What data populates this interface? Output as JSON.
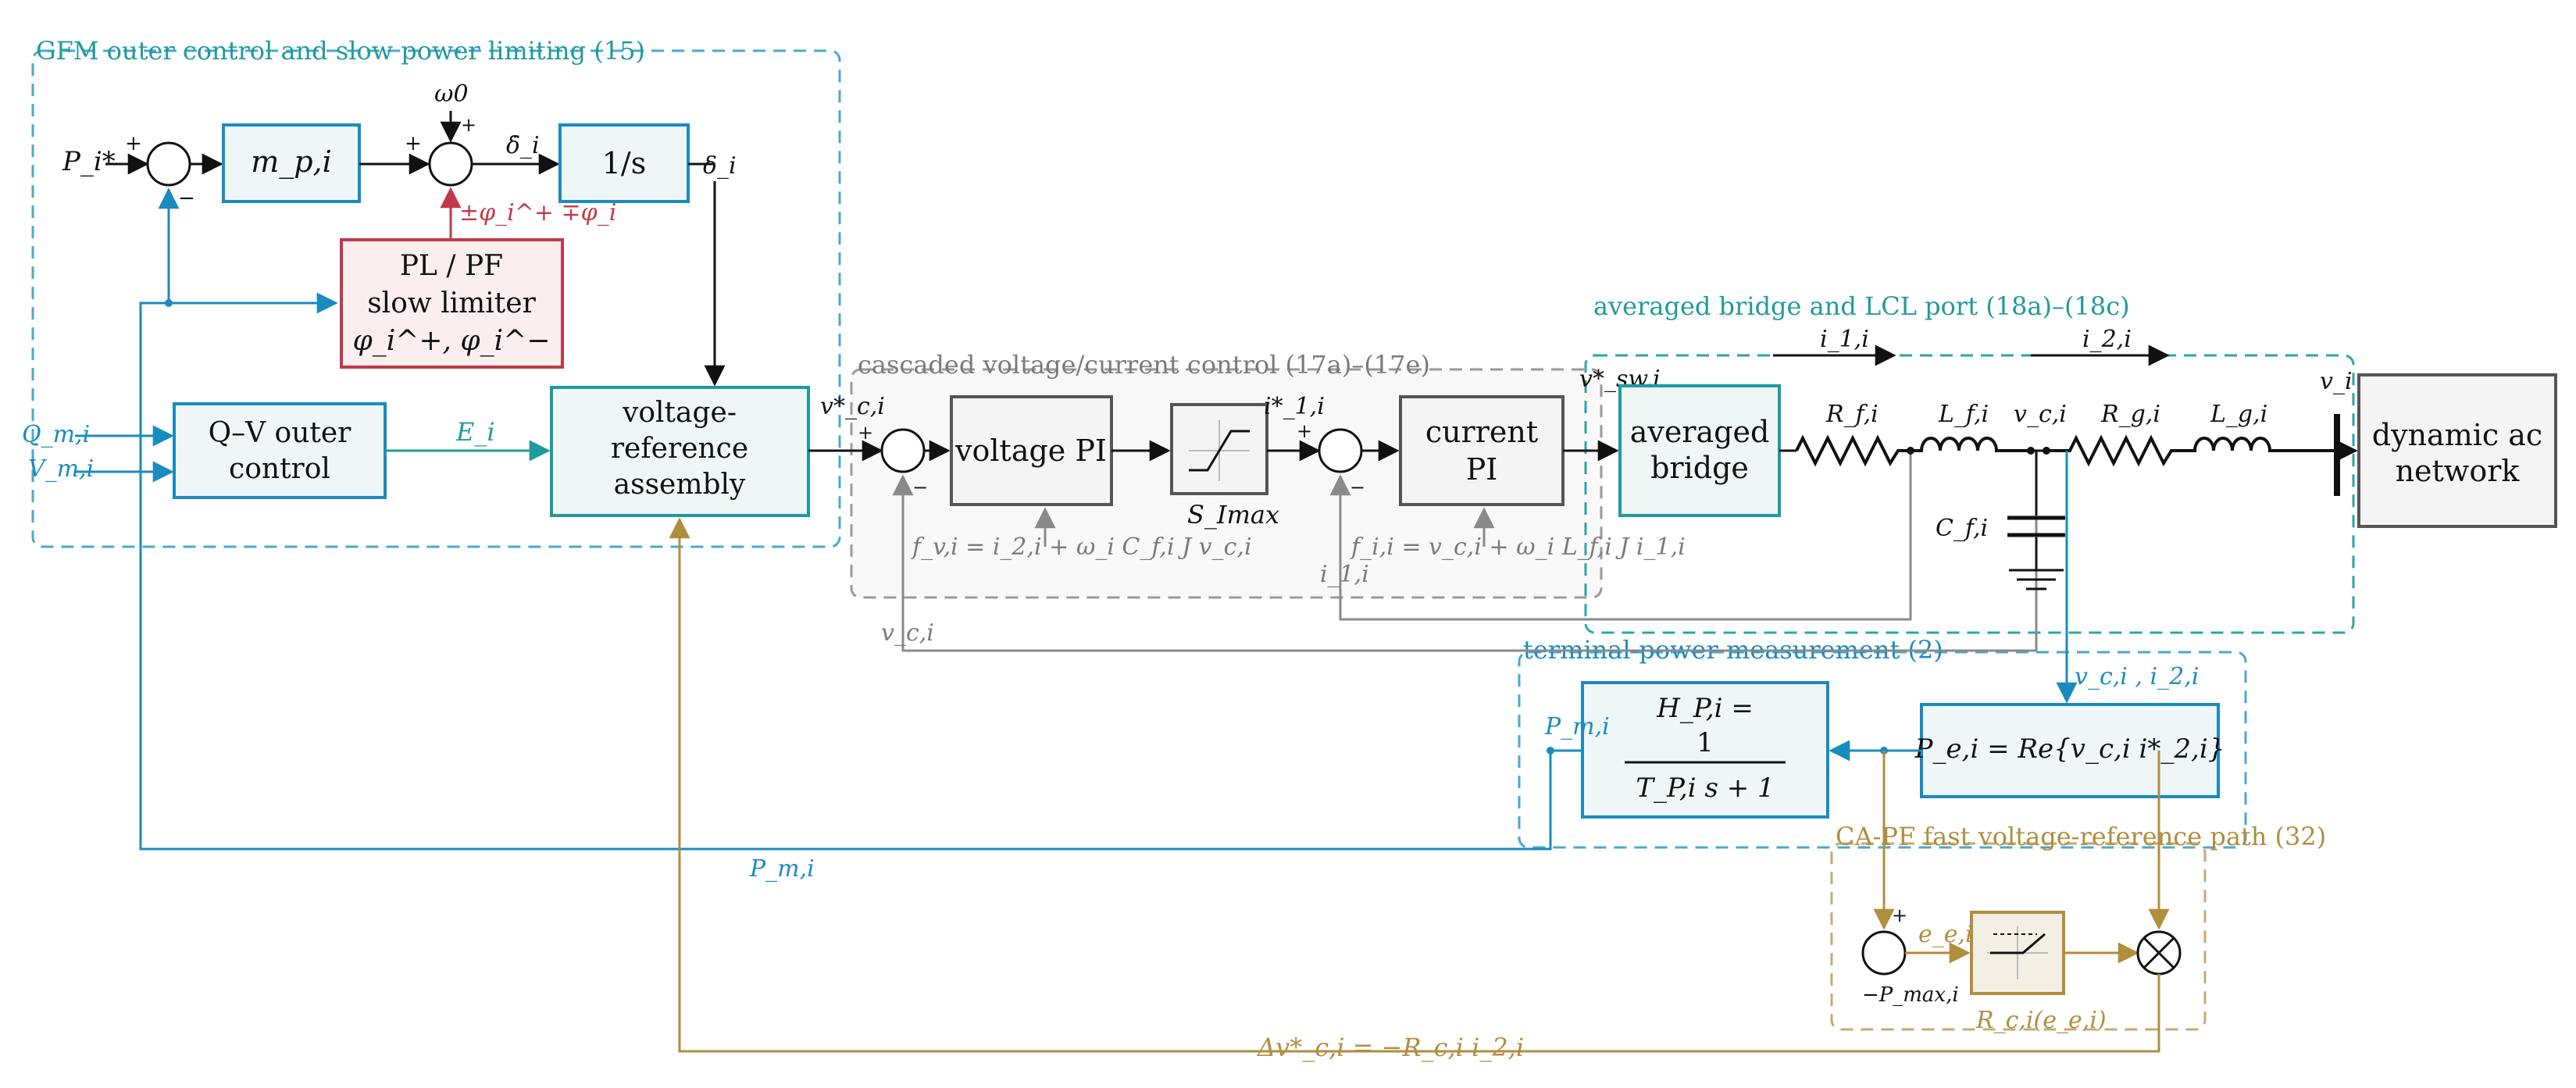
{
  "regions": {
    "gfm_outer": "GFM outer control and slow power limiting (15)",
    "cascaded": "cascaded voltage/current control (17a)–(17e)",
    "bridge_lcl": "averaged bridge and LCL port (18a)–(18c)",
    "terminal_power": "terminal-power measurement (2)",
    "capf": "CA-PF fast voltage-reference path (32)"
  },
  "blocks": {
    "mp": "m_p,i",
    "integrator": "1/s",
    "limiter_line1": "PL / PF",
    "limiter_line2": "slow limiter",
    "limiter_line3": "φ_i^+, φ_i^−",
    "qv_line1": "Q–V outer",
    "qv_line2": "control",
    "vref_line1": "voltage-",
    "vref_line2": "reference",
    "vref_line3": "assembly",
    "vpi": "voltage PI",
    "saturation": "S_Imax",
    "cpi_line1": "current",
    "cpi_line2": "PI",
    "bridge_line1": "averaged",
    "bridge_line2": "bridge",
    "grid_line1": "dynamic ac",
    "grid_line2": "network",
    "filter_line1": "H_P,i  =",
    "filter_line2": "1",
    "filter_line3": "T_P,i s + 1",
    "pe": "P_e,i = Re{v_c,i i*_2,i}",
    "rc_label": "R_c,i(e_e,i)"
  },
  "signals": {
    "p_ref": "P_i*",
    "omega0": "ω0",
    "delta_dot": "δ̇_i",
    "delta": "δ_i",
    "phi": "±φ_i^+ ∓φ_i",
    "q_meas": "Q_m,i",
    "v_meas": "V_m,i",
    "e_i": "E_i",
    "vc_ref": "v*_c,i",
    "i1_ref": "i*_1,i",
    "vsw_ref": "v*_sw,i",
    "ff_v": "f_v,i = i_2,i + ω_i C_f,i J v_c,i",
    "ff_i": "f_i,i = v_c,i + ω_i L_f,i J i_1,i",
    "i1_fb": "i_1,i",
    "vc_fb": "v_c,i",
    "i1_flow": "i_1,i",
    "i2_flow": "i_2,i",
    "v_i": "v_i",
    "rf": "R_f,i",
    "lf": "L_f,i",
    "vc_node": "v_c,i",
    "rg": "R_g,i",
    "lg": "L_g,i",
    "cf": "C_f,i",
    "vc_i2": "v_c,i , i_2,i",
    "pm1": "P_m,i",
    "pm2": "P_m,i",
    "ee": "e_e,i",
    "pmax": "−P_max,i",
    "dv": "Δv*_c,i = −R_c,i i_2,i"
  },
  "colors": {
    "teal": "#1f9aa0",
    "blue": "#1a8bbf",
    "gray": "#8a8a8a",
    "gold": "#b08e3e",
    "red": "#c0394a",
    "black": "#111111"
  }
}
